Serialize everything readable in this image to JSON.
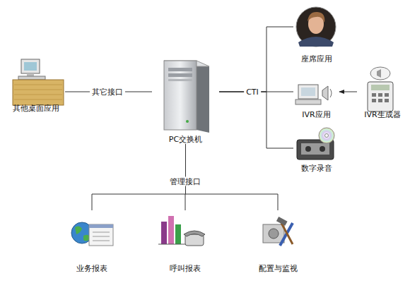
{
  "diagram": {
    "nodes": [
      {
        "text": [
          "其他桌面应用"
        ]
      },
      {
        "text": [
          "PC交换机"
        ]
      },
      {
        "text": [
          "座席应用"
        ]
      },
      {
        "text": [
          "IVR应用"
        ]
      },
      {
        "text": [
          "IVR生成器"
        ]
      },
      {
        "text": [
          "数字录音"
        ]
      },
      {
        "text": [
          "业务报表"
        ]
      },
      {
        "text": [
          "呼叫报表"
        ]
      },
      {
        "text": [
          "配置与监视"
        ]
      }
    ],
    "edges": [
      {
        "from": 0,
        "to": 1,
        "label": "其它接口",
        "arrow": "none"
      },
      {
        "from": 1,
        "to": 2,
        "arrow": "none"
      },
      {
        "from": 1,
        "to": 3,
        "label": "CTI",
        "arrow": "none"
      },
      {
        "from": 1,
        "to": 5,
        "arrow": "none"
      },
      {
        "from": 4,
        "to": 3,
        "arrow": "to"
      },
      {
        "from": 1,
        "to": 6,
        "arrow": "none"
      },
      {
        "from": 1,
        "to": 7,
        "label": "管理接口",
        "arrow": "none"
      },
      {
        "from": 1,
        "to": 8,
        "arrow": "none"
      }
    ]
  }
}
